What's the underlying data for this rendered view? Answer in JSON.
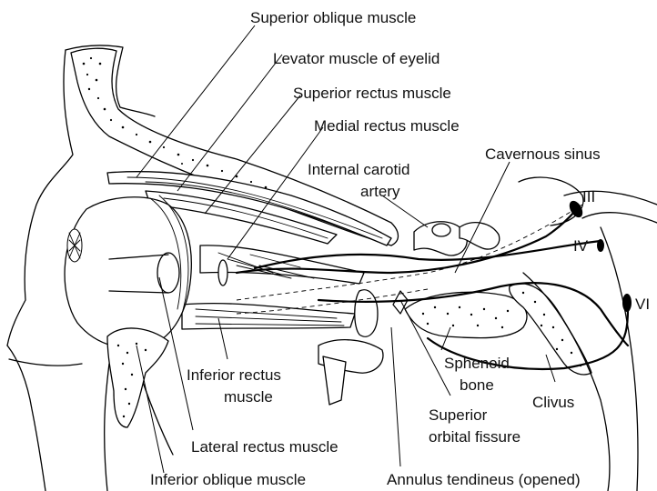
{
  "labels": {
    "superior_oblique": "Superior oblique muscle",
    "levator": "Levator muscle of eyelid",
    "superior_rectus": "Superior rectus muscle",
    "medial_rectus": "Medial rectus muscle",
    "internal_carotid_1": "Internal carotid",
    "internal_carotid_2": "artery",
    "cavernous_sinus": "Cavernous sinus",
    "nerve_iii": "III",
    "nerve_iv": "IV",
    "nerve_vi": "VI",
    "inferior_rectus_1": "Inferior rectus",
    "inferior_rectus_2": "muscle",
    "sphenoid_1": "Sphenoid",
    "sphenoid_2": "bone",
    "clivus": "Clivus",
    "sof_1": "Superior",
    "sof_2": "orbital fissure",
    "lateral_rectus": "Lateral rectus muscle",
    "inferior_oblique": "Inferior oblique muscle",
    "annulus": "Annulus tendineus (opened)"
  }
}
